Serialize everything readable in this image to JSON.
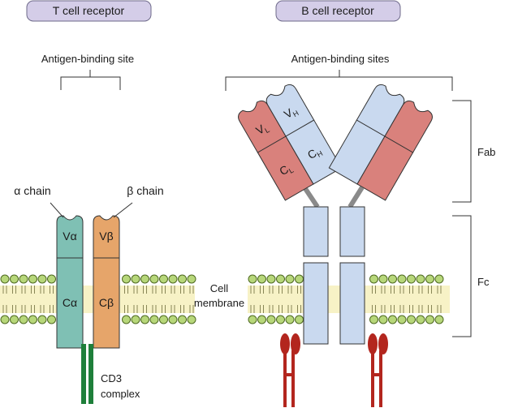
{
  "tcr": {
    "title": "T cell receptor",
    "binding_site": "Antigen-binding site",
    "alpha_chain": "α chain",
    "beta_chain": "β chain",
    "v_alpha": "Vα",
    "c_alpha": "Cα",
    "v_beta": "Vβ",
    "c_beta": "Cβ",
    "cd3_line1": "CD3",
    "cd3_line2": "complex"
  },
  "bcr": {
    "title": "B cell receptor",
    "binding_sites": "Antigen-binding sites",
    "v_l": "V",
    "v_l_sub": "L",
    "v_h": "V",
    "v_h_sub": "H",
    "c_l": "C",
    "c_l_sub": "L",
    "c_h": "C",
    "c_h_sub": "H",
    "fab": "Fab",
    "fc": "Fc"
  },
  "membrane": {
    "line1": "Cell",
    "line2": "membrane"
  },
  "colors": {
    "title_box": "#d4cde8",
    "teal": "#7fc0b4",
    "orange": "#e6a56a",
    "pink": "#d9817c",
    "light_blue": "#c9d9ef",
    "cd3_green": "#1e7f3a",
    "lipid_head": "#b7d77a",
    "lipid_band": "#f7f2c6",
    "red_anchor": "#b3261e",
    "hinge": "#8a8a8a"
  }
}
